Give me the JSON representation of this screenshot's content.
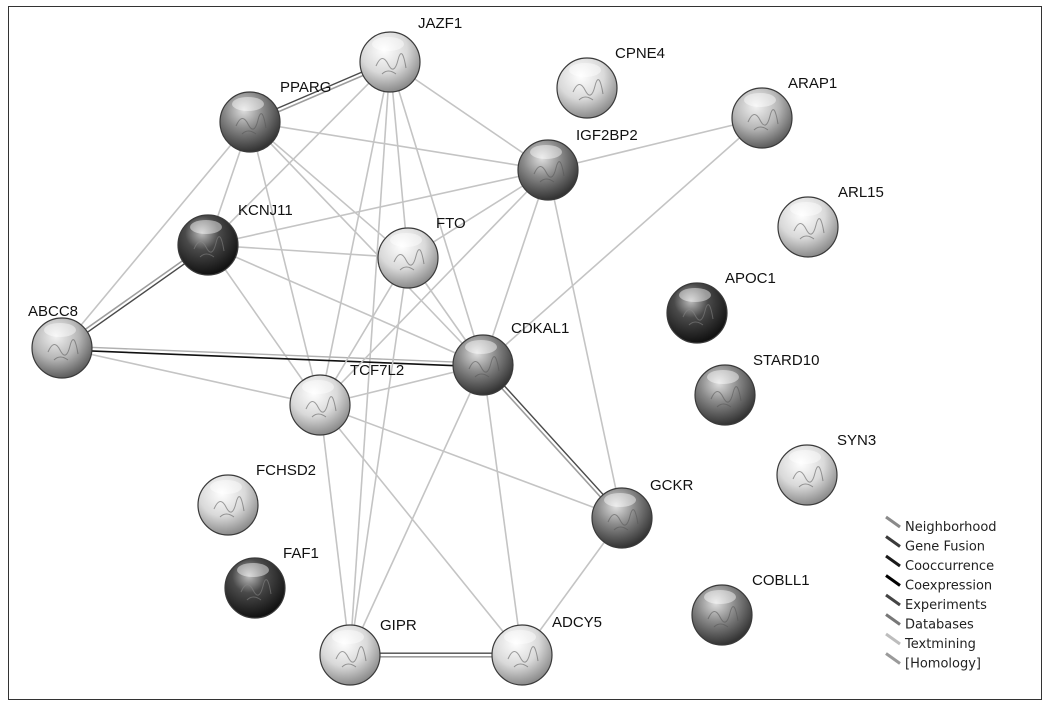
{
  "nodes": [
    {
      "id": "JAZF1",
      "label": "JAZF1",
      "shade": "light"
    },
    {
      "id": "PPARG",
      "label": "PPARG",
      "shade": "dark"
    },
    {
      "id": "CPNE4",
      "label": "CPNE4",
      "shade": "light"
    },
    {
      "id": "ARAP1",
      "label": "ARAP1",
      "shade": "mid"
    },
    {
      "id": "IGF2BP2",
      "label": "IGF2BP2",
      "shade": "dark"
    },
    {
      "id": "ARL15",
      "label": "ARL15",
      "shade": "light"
    },
    {
      "id": "KCNJ11",
      "label": "KCNJ11",
      "shade": "black"
    },
    {
      "id": "FTO",
      "label": "FTO",
      "shade": "light"
    },
    {
      "id": "APOC1",
      "label": "APOC1",
      "shade": "black"
    },
    {
      "id": "ABCC8",
      "label": "ABCC8",
      "shade": "mid"
    },
    {
      "id": "CDKAL1",
      "label": "CDKAL1",
      "shade": "dark"
    },
    {
      "id": "STARD10",
      "label": "STARD10",
      "shade": "dark"
    },
    {
      "id": "TCF7L2",
      "label": "TCF7L2",
      "shade": "light"
    },
    {
      "id": "SYN3",
      "label": "SYN3",
      "shade": "light"
    },
    {
      "id": "FCHSD2",
      "label": "FCHSD2",
      "shade": "light"
    },
    {
      "id": "GCKR",
      "label": "GCKR",
      "shade": "dark"
    },
    {
      "id": "FAF1",
      "label": "FAF1",
      "shade": "black"
    },
    {
      "id": "COBLL1",
      "label": "COBLL1",
      "shade": "dark"
    },
    {
      "id": "GIPR",
      "label": "GIPR",
      "shade": "light"
    },
    {
      "id": "ADCY5",
      "label": "ADCY5",
      "shade": "light"
    }
  ],
  "edges": [
    {
      "source": "PPARG",
      "target": "JAZF1",
      "type": "double"
    },
    {
      "source": "PPARG",
      "target": "IGF2BP2",
      "type": "plain"
    },
    {
      "source": "PPARG",
      "target": "FTO",
      "type": "plain"
    },
    {
      "source": "PPARG",
      "target": "CDKAL1",
      "type": "plain"
    },
    {
      "source": "PPARG",
      "target": "TCF7L2",
      "type": "plain"
    },
    {
      "source": "PPARG",
      "target": "ABCC8",
      "type": "plain"
    },
    {
      "source": "PPARG",
      "target": "KCNJ11",
      "type": "plain"
    },
    {
      "source": "JAZF1",
      "target": "IGF2BP2",
      "type": "plain"
    },
    {
      "source": "JAZF1",
      "target": "FTO",
      "type": "plain"
    },
    {
      "source": "JAZF1",
      "target": "CDKAL1",
      "type": "plain"
    },
    {
      "source": "JAZF1",
      "target": "TCF7L2",
      "type": "plain"
    },
    {
      "source": "JAZF1",
      "target": "KCNJ11",
      "type": "plain"
    },
    {
      "source": "JAZF1",
      "target": "GIPR",
      "type": "plain"
    },
    {
      "source": "KCNJ11",
      "target": "ABCC8",
      "type": "double"
    },
    {
      "source": "KCNJ11",
      "target": "IGF2BP2",
      "type": "plain"
    },
    {
      "source": "KCNJ11",
      "target": "FTO",
      "type": "plain"
    },
    {
      "source": "KCNJ11",
      "target": "CDKAL1",
      "type": "plain"
    },
    {
      "source": "KCNJ11",
      "target": "TCF7L2",
      "type": "plain"
    },
    {
      "source": "ABCC8",
      "target": "CDKAL1",
      "type": "coexpression"
    },
    {
      "source": "ABCC8",
      "target": "TCF7L2",
      "type": "plain"
    },
    {
      "source": "IGF2BP2",
      "target": "ARAP1",
      "type": "plain"
    },
    {
      "source": "IGF2BP2",
      "target": "FTO",
      "type": "plain"
    },
    {
      "source": "IGF2BP2",
      "target": "CDKAL1",
      "type": "plain"
    },
    {
      "source": "IGF2BP2",
      "target": "TCF7L2",
      "type": "plain"
    },
    {
      "source": "IGF2BP2",
      "target": "GCKR",
      "type": "plain"
    },
    {
      "source": "ARAP1",
      "target": "CDKAL1",
      "type": "plain"
    },
    {
      "source": "FTO",
      "target": "CDKAL1",
      "type": "plain"
    },
    {
      "source": "FTO",
      "target": "TCF7L2",
      "type": "plain"
    },
    {
      "source": "FTO",
      "target": "GIPR",
      "type": "plain"
    },
    {
      "source": "TCF7L2",
      "target": "CDKAL1",
      "type": "plain"
    },
    {
      "source": "TCF7L2",
      "target": "GIPR",
      "type": "plain"
    },
    {
      "source": "TCF7L2",
      "target": "ADCY5",
      "type": "plain"
    },
    {
      "source": "TCF7L2",
      "target": "GCKR",
      "type": "plain"
    },
    {
      "source": "CDKAL1",
      "target": "GCKR",
      "type": "double"
    },
    {
      "source": "CDKAL1",
      "target": "ADCY5",
      "type": "plain"
    },
    {
      "source": "CDKAL1",
      "target": "GIPR",
      "type": "plain"
    },
    {
      "source": "GCKR",
      "target": "ADCY5",
      "type": "plain"
    },
    {
      "source": "GIPR",
      "target": "ADCY5",
      "type": "double"
    }
  ],
  "legend": [
    {
      "label": "Neighborhood",
      "color": "#8a8a8a"
    },
    {
      "label": "Gene Fusion",
      "color": "#3a3a3a"
    },
    {
      "label": "Cooccurrence",
      "color": "#1a1a1a"
    },
    {
      "label": "Coexpression",
      "color": "#000000"
    },
    {
      "label": "Experiments",
      "color": "#444444"
    },
    {
      "label": "Databases",
      "color": "#777777"
    },
    {
      "label": "Textmining",
      "color": "#bdbdbd"
    },
    {
      "label": "[Homology]",
      "color": "#9a9a9a"
    }
  ]
}
